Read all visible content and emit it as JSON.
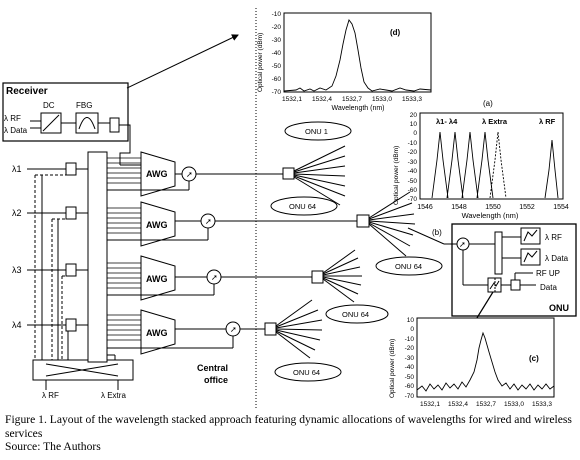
{
  "receiver": {
    "title": "Receiver",
    "lambda_rf": "λ RF",
    "lambda_data": "λ Data",
    "dc": "DC",
    "fbg": "FBG"
  },
  "inputs": [
    "λ1",
    "λ2",
    "λ3",
    "λ4"
  ],
  "awg_label": "AWG",
  "onu_labels": [
    "ONU 1",
    "ONU 64",
    "ONU 64",
    "ONU 64",
    "ONU 64"
  ],
  "switch_labels": {
    "rf": "λ RF",
    "extra": "λ Extra"
  },
  "central_office": [
    "Central",
    "office"
  ],
  "onu_box": {
    "title": "ONU",
    "lambda_rf": "λ RF",
    "lambda_data": "λ Data",
    "rf_up": "RF UP",
    "data": "Data"
  },
  "plot_d": {
    "tag": "(d)",
    "ylabel": "Optical power (dBm)",
    "xlabel": "Wavelength (nm)",
    "yticks": [
      "-10",
      "-20",
      "-30",
      "-40",
      "-50",
      "-60",
      "-70"
    ],
    "xticks": [
      "1532,1",
      "1532,4",
      "1532,7",
      "1533,0",
      "1533,3"
    ]
  },
  "plot_a": {
    "tag": "(a)",
    "ylabel": "Optical power (dBm)",
    "xlabel": "Wavelength (nm)",
    "yticks": [
      "20",
      "10",
      "0",
      "-10",
      "-20",
      "-30",
      "-40",
      "-50",
      "-60",
      "-70"
    ],
    "xticks": [
      "1546",
      "1548",
      "1550",
      "1552",
      "1554"
    ],
    "annotations": {
      "l1_l4": "λ1- λ4",
      "extra": "λ Extra",
      "rf": "λ RF"
    }
  },
  "plot_c": {
    "tag": "(c)",
    "ylabel": "Optical power (dBm)",
    "xlabel": "Wavelength (nm)",
    "yticks": [
      "10",
      "0",
      "-10",
      "-20",
      "-30",
      "-40",
      "-50",
      "-60",
      "-70"
    ],
    "xticks": [
      "1532,1",
      "1532,4",
      "1532,7",
      "1533,0",
      "1533,3"
    ]
  },
  "inset_b_tag": "(b)",
  "caption": {
    "text": "Figure 1. Layout of the wavelength stacked approach featuring dynamic allocations of wavelengths for wired and wireless services",
    "source": "Source: The Authors"
  }
}
